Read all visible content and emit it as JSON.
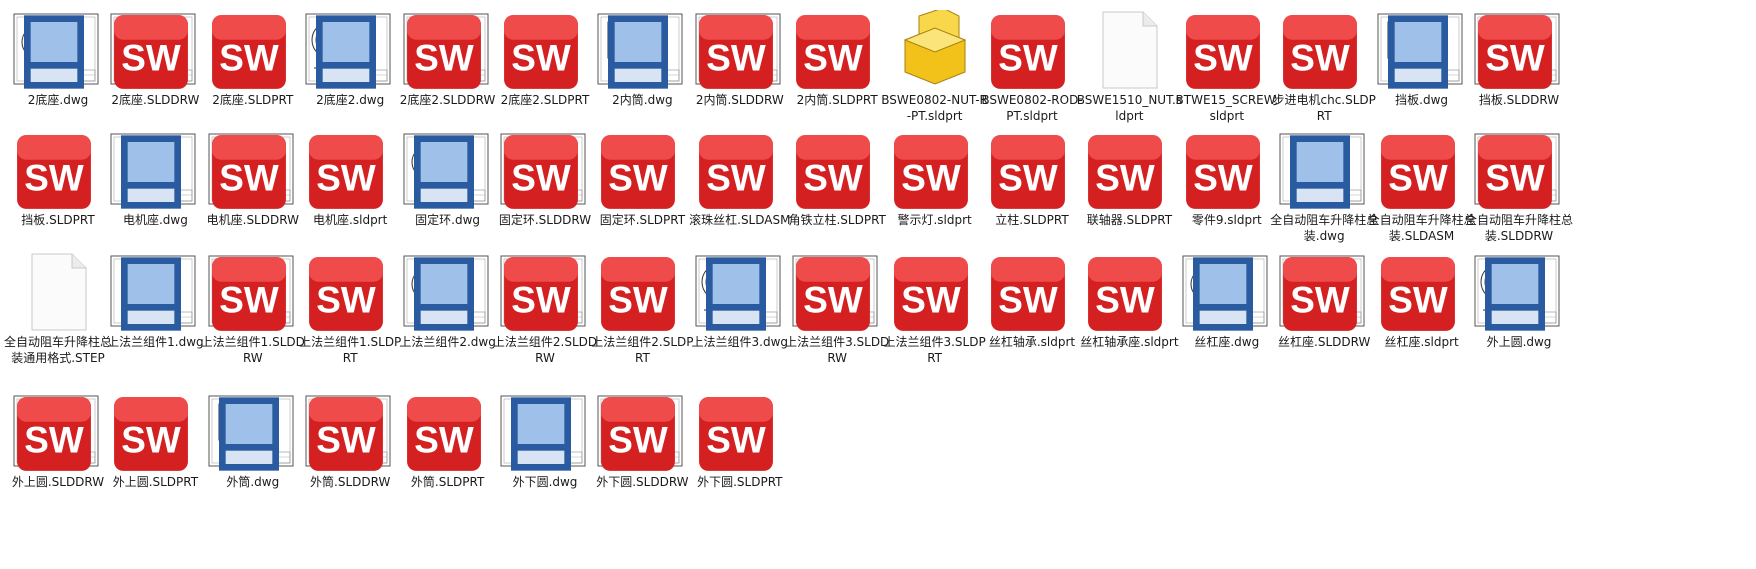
{
  "window_title": "",
  "files": [
    {
      "label": "2底座.dwg",
      "kind": "dwg"
    },
    {
      "label": "2底座.SLDDRW",
      "kind": "drw"
    },
    {
      "label": "2底座.SLDPRT",
      "kind": "washer"
    },
    {
      "label": "2底座2.dwg",
      "kind": "dwg"
    },
    {
      "label": "2底座2.SLDDRW",
      "kind": "drw"
    },
    {
      "label": "2底座2.SLDPRT",
      "kind": "ring"
    },
    {
      "label": "2内筒.dwg",
      "kind": "dwg"
    },
    {
      "label": "2内筒.SLDDRW",
      "kind": "drw"
    },
    {
      "label": "2内筒.SLDPRT",
      "kind": "tube"
    },
    {
      "label": "BSWE0802-NUT-R-PT.sldprt",
      "kind": "nut3d"
    },
    {
      "label": "BSWE0802-ROD-PT.sldprt",
      "kind": "rod"
    },
    {
      "label": "BSWE1510_NUT.sldprt",
      "kind": "blank"
    },
    {
      "label": "BTWE15_SCREW.sldprt",
      "kind": "rod"
    },
    {
      "label": "步进电机chc.SLDPRT",
      "kind": "motor"
    },
    {
      "label": "挡板.dwg",
      "kind": "dwg"
    },
    {
      "label": "挡板.SLDDRW",
      "kind": "drw"
    },
    {
      "label": "挡板.SLDPRT",
      "kind": "plate"
    },
    {
      "label": "电机座.dwg",
      "kind": "dwg"
    },
    {
      "label": "电机座.SLDDRW",
      "kind": "drw"
    },
    {
      "label": "电机座.sldprt",
      "kind": "dot"
    },
    {
      "label": "固定环.dwg",
      "kind": "dwg"
    },
    {
      "label": "固定环.SLDDRW",
      "kind": "drw"
    },
    {
      "label": "固定环.SLDPRT",
      "kind": "ringthin"
    },
    {
      "label": "滚珠丝杠.SLDASM",
      "kind": "rod"
    },
    {
      "label": "角铁立柱.SLDPRT",
      "kind": "rod"
    },
    {
      "label": "警示灯.sldprt",
      "kind": "dot"
    },
    {
      "label": "立柱.SLDPRT",
      "kind": "angle"
    },
    {
      "label": "联轴器.SLDPRT",
      "kind": "coupler"
    },
    {
      "label": "零件9.sldprt",
      "kind": "dot"
    },
    {
      "label": "全自动阻车升降柱总装.dwg",
      "kind": "dwg"
    },
    {
      "label": "全自动阻车升降柱总装.SLDASM",
      "kind": "asm"
    },
    {
      "label": "全自动阻车升降柱总装.SLDDRW",
      "kind": "drw"
    },
    {
      "label": "全自动阻车升降柱总装通用格式.STEP",
      "kind": "blank"
    },
    {
      "label": "上法兰组件1.dwg",
      "kind": "dwg"
    },
    {
      "label": "上法兰组件1.SLDDRW",
      "kind": "drw"
    },
    {
      "label": "上法兰组件1.SLDPRT",
      "kind": "ringthick"
    },
    {
      "label": "上法兰组件2.dwg",
      "kind": "dwg"
    },
    {
      "label": "上法兰组件2.SLDDRW",
      "kind": "drw"
    },
    {
      "label": "上法兰组件2.SLDPRT",
      "kind": "ring"
    },
    {
      "label": "上法兰组件3.dwg",
      "kind": "dwg"
    },
    {
      "label": "上法兰组件3.SLDDRW",
      "kind": "drw"
    },
    {
      "label": "上法兰组件3.SLDPRT",
      "kind": "ring"
    },
    {
      "label": "丝杠轴承.sldprt",
      "kind": "bearing"
    },
    {
      "label": "丝杠轴承座.sldprt",
      "kind": "bearing"
    },
    {
      "label": "丝杠座.dwg",
      "kind": "dwg"
    },
    {
      "label": "丝杠座.SLDDRW",
      "kind": "drw"
    },
    {
      "label": "丝杠座.sldprt",
      "kind": "dot"
    },
    {
      "label": "外上圆.dwg",
      "kind": "dwg"
    },
    {
      "label": "外上圆.SLDDRW",
      "kind": "drw"
    },
    {
      "label": "外上圆.SLDPRT",
      "kind": "ringthin"
    },
    {
      "label": "外筒.dwg",
      "kind": "dwg"
    },
    {
      "label": "外筒.SLDDRW",
      "kind": "drw"
    },
    {
      "label": "外筒.SLDPRT",
      "kind": "tube"
    },
    {
      "label": "外下圆.dwg",
      "kind": "dwg"
    },
    {
      "label": "外下圆.SLDDRW",
      "kind": "drw"
    },
    {
      "label": "外下圆.SLDPRT",
      "kind": "ringthin"
    }
  ],
  "icons": {
    "sw_badge_color": "#d42020",
    "dwg_badge_color": "#2a5aa0",
    "part_gray": "#8a8d93",
    "nut_yellow": "#f2c21a"
  }
}
